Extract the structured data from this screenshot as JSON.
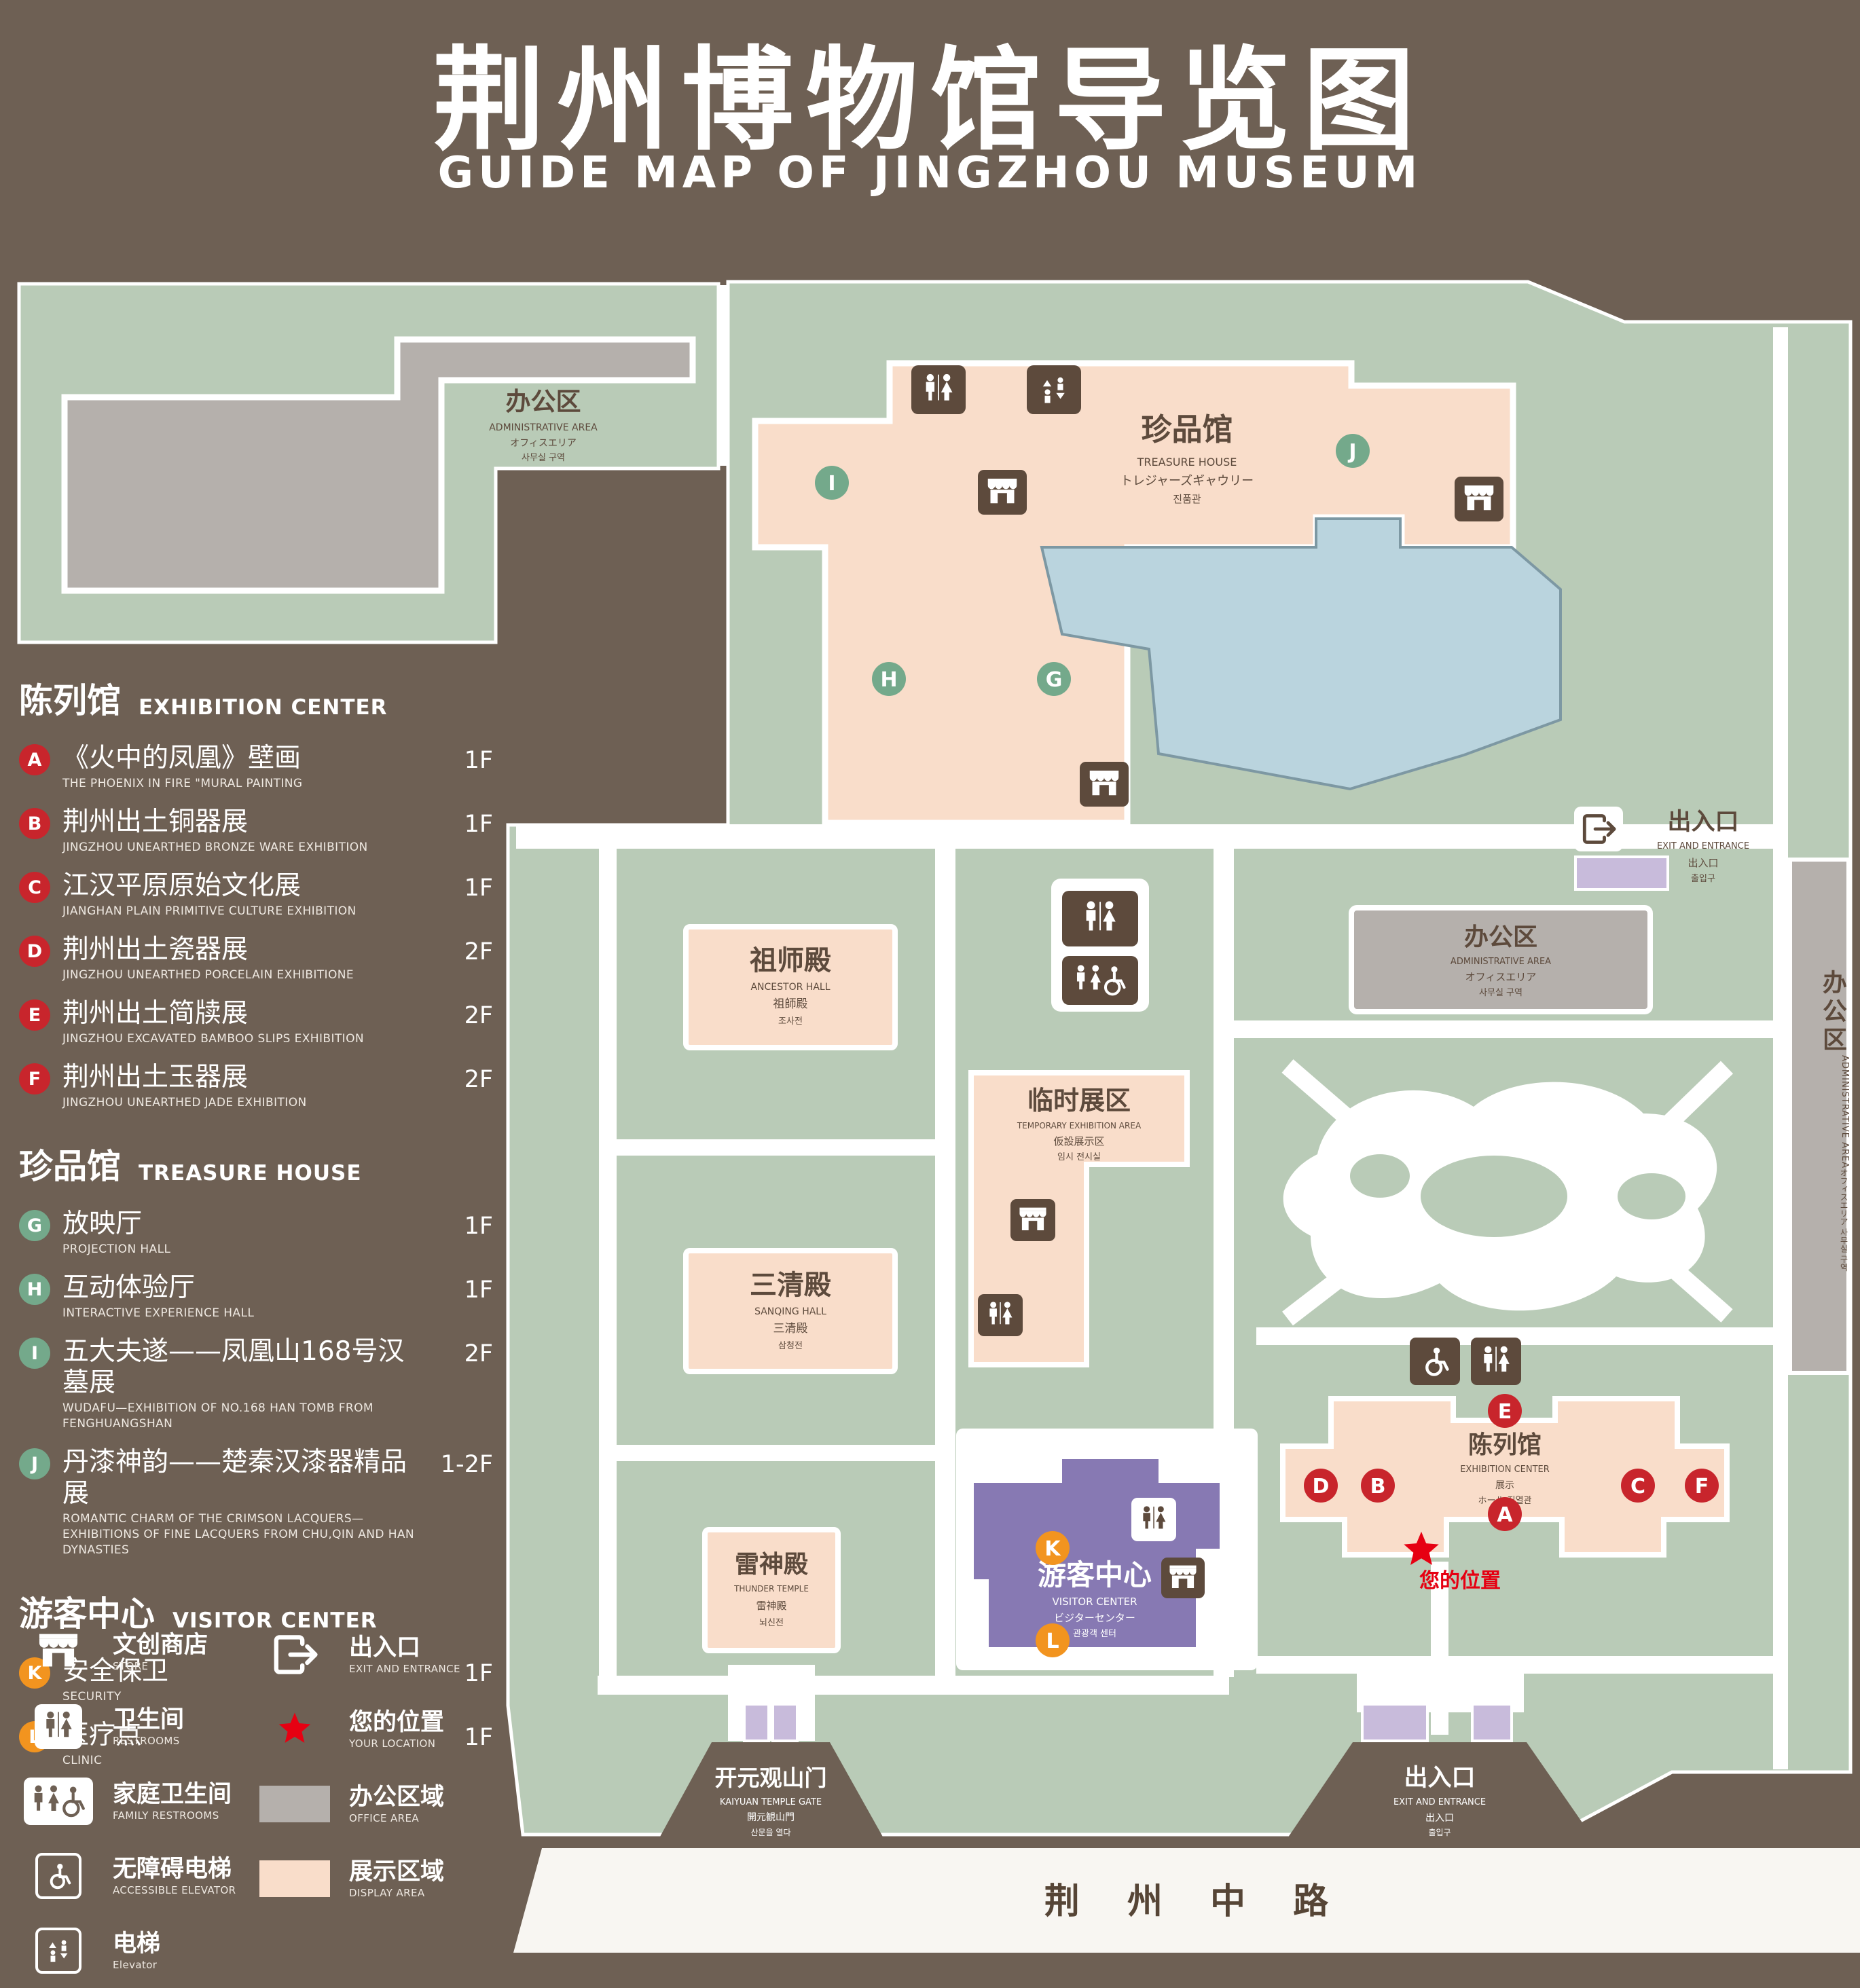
{
  "title": {
    "zh": "荆州博物馆导览图",
    "en": "GUIDE MAP OF JINGZHOU MUSEUM"
  },
  "colors": {
    "background": "#6e6054",
    "area_green": "#b9cbb7",
    "display_pink": "#f9ddca",
    "office_gray": "#b5b0ac",
    "pond_blue": "#bad4de",
    "visitor_purple": "#8779b3",
    "gate_lavender": "#c8bbdb",
    "marker_red": "#c8252c",
    "marker_green": "#74a98b",
    "marker_orange": "#f2941f",
    "location_red": "#e60012",
    "text_dark": "#5d4a3c"
  },
  "legend": {
    "sections": [
      {
        "title_zh": "陈列馆",
        "title_en": "EXHIBITION CENTER",
        "items": [
          {
            "letter": "A",
            "zh": "《火中的凤凰》壁画",
            "en": "THE PHOENIX IN FIRE \"MURAL PAINTING",
            "floor": "1F"
          },
          {
            "letter": "B",
            "zh": "荆州出土铜器展",
            "en": "JINGZHOU UNEARTHED BRONZE WARE EXHIBITION",
            "floor": "1F"
          },
          {
            "letter": "C",
            "zh": "江汉平原原始文化展",
            "en": "JIANGHAN PLAIN PRIMITIVE CULTURE EXHIBITION",
            "floor": "1F"
          },
          {
            "letter": "D",
            "zh": "荆州出土瓷器展",
            "en": "JINGZHOU UNEARTHED PORCELAIN EXHIBITIONE",
            "floor": "2F"
          },
          {
            "letter": "E",
            "zh": "荆州出土简牍展",
            "en": "JINGZHOU EXCAVATED BAMBOO SLIPS EXHIBITION",
            "floor": "2F"
          },
          {
            "letter": "F",
            "zh": "荆州出土玉器展",
            "en": "JINGZHOU UNEARTHED JADE EXHIBITION",
            "floor": "2F"
          }
        ]
      },
      {
        "title_zh": "珍品馆",
        "title_en": "TREASURE HOUSE",
        "items": [
          {
            "letter": "G",
            "zh": "放映厅",
            "en": "PROJECTION HALL",
            "floor": "1F"
          },
          {
            "letter": "H",
            "zh": "互动体验厅",
            "en": "INTERACTIVE EXPERIENCE HALL",
            "floor": "1F"
          },
          {
            "letter": "I",
            "zh": "五大夫遂——凤凰山168号汉墓展",
            "en": "WUDAFU—EXHIBITION OF NO.168 HAN TOMB FROM FENGHUANGSHAN",
            "floor": "2F"
          },
          {
            "letter": "J",
            "zh": "丹漆神韵——楚秦汉漆器精品展",
            "en": "ROMANTIC CHARM OF THE CRIMSON LACQUERS—EXHIBITIONS OF FINE LACQUERS FROM CHU,QIN AND HAN DYNASTIES",
            "floor": "1-2F"
          }
        ]
      },
      {
        "title_zh": "游客中心",
        "title_en": "VISITOR CENTER",
        "items": [
          {
            "letter": "K",
            "zh": "安全保卫",
            "en": "SECURITY",
            "floor": "1F"
          },
          {
            "letter": "L",
            "zh": "医疗点",
            "en": "CLINIC",
            "floor": "1F"
          }
        ]
      }
    ],
    "symbols_col1": [
      {
        "icon": "store-icon",
        "zh": "文创商店",
        "en": "STORE"
      },
      {
        "icon": "restroom-icon",
        "zh": "卫生间",
        "en": "RESTROOMS"
      },
      {
        "icon": "family-restroom-icon",
        "zh": "家庭卫生间",
        "en": "FAMILY RESTROOMS"
      },
      {
        "icon": "accessible-elevator-icon",
        "zh": "无障碍电梯",
        "en": "ACCESSIBLE ELEVATOR"
      },
      {
        "icon": "elevator-icon",
        "zh": "电梯",
        "en": "Elevator"
      }
    ],
    "symbols_col2": [
      {
        "icon": "exit-icon",
        "zh": "出入口",
        "en": "EXIT AND ENTRANCE"
      },
      {
        "icon": "your-location-icon",
        "zh": "您的位置",
        "en": "YOUR LOCATION"
      },
      {
        "icon": "office-area-swatch",
        "zh": "办公区域",
        "en": "OFFICE AREA"
      },
      {
        "icon": "display-area-swatch",
        "zh": "展示区域",
        "en": "DISPLAY AREA"
      }
    ]
  },
  "map": {
    "admin_top_left": {
      "zh": "办公区",
      "en": "ADMINISTRATIVE AREA",
      "jp": "オフィスエリア",
      "kr": "사무실 구역"
    },
    "treasure_house": {
      "zh": "珍品馆",
      "en": "TREASURE HOUSE",
      "jp": "トレジャーズギャウリー",
      "kr": "진품관"
    },
    "exit_right": {
      "zh": "出入口",
      "en": "EXIT AND ENTRANCE",
      "jp": "出入口",
      "kr": "출입구"
    },
    "admin_center": {
      "zh": "办公区",
      "en": "ADMINISTRATIVE AREA",
      "jp": "オフィスエリア",
      "kr": "사무실 구역"
    },
    "ancestor_hall": {
      "zh": "祖师殿",
      "en": "ANCESTOR HALL",
      "jp": "祖師殿",
      "kr": "조사전"
    },
    "temporary_area": {
      "zh": "临时展区",
      "en": "TEMPORARY EXHIBITION AREA",
      "jp": "仮設展示区",
      "kr": "임시 전시실"
    },
    "sanqing_hall": {
      "zh": "三清殿",
      "en": "SANQING HALL",
      "jp": "三清殿",
      "kr": "삼청전"
    },
    "thunder_temple": {
      "zh": "雷神殿",
      "en": "THUNDER TEMPLE",
      "jp": "雷神殿",
      "kr": "뇌신전"
    },
    "visitor_center": {
      "zh": "游客中心",
      "en": "VISITOR CENTER",
      "jp": "ビジターセンター",
      "kr": "관광객 센터"
    },
    "exhibition_center": {
      "zh": "陈列馆",
      "en": "EXHIBITION CENTER",
      "jp": "展示",
      "kr": "ホール 진열관"
    },
    "your_location": "您的位置",
    "kaiyuan_gate": {
      "zh": "开元观山门",
      "en": "KAIYUAN TEMPLE GATE",
      "jp": "開元観山門",
      "kr": "산문을 열다"
    },
    "exit_bottom": {
      "zh": "出入口",
      "en": "EXIT AND ENTRANCE",
      "jp": "出入口",
      "kr": "출입구"
    },
    "admin_right": {
      "zh": "办公区",
      "en": "ADMINISTRATIVE AREA",
      "jp": "オフィスエリア 사무실 구역"
    },
    "road": "荆 州 中 路"
  }
}
